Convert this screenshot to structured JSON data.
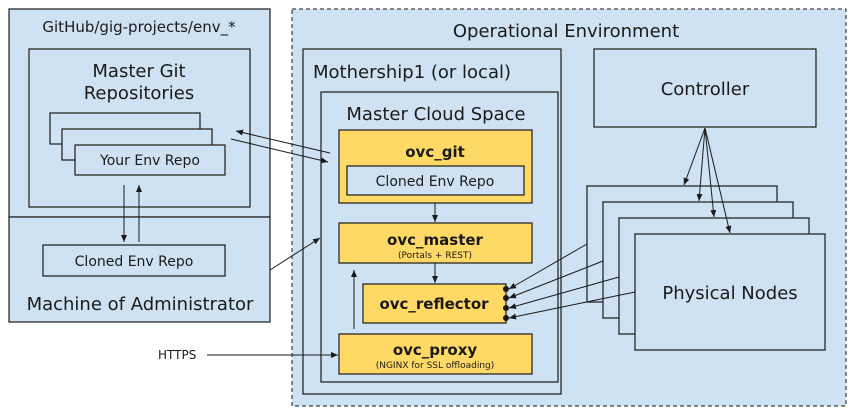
{
  "github": {
    "title": "GitHub/gig-projects/env_*",
    "master_repos_title_line1": "Master Git",
    "master_repos_title_line2": "Repositories",
    "repo_label": "Your Env Repo"
  },
  "admin_machine": {
    "title": "Machine of Administrator",
    "repo_label": "Cloned Env Repo"
  },
  "operational": {
    "title": "Operational Environment",
    "mothership_title": "Mothership1 (or local)",
    "cloud_space_title": "Master Cloud Space",
    "ovc_git": {
      "title": "ovc_git",
      "inner": "Cloned Env Repo"
    },
    "ovc_master": {
      "title": "ovc_master",
      "subtitle": "(Portals + REST)"
    },
    "ovc_reflector": {
      "title": "ovc_reflector"
    },
    "ovc_proxy": {
      "title": "ovc_proxy",
      "subtitle": "(NGINX for SSL offloading)"
    },
    "controller": "Controller",
    "physical_nodes": "Physical Nodes"
  },
  "https_label": "HTTPS"
}
